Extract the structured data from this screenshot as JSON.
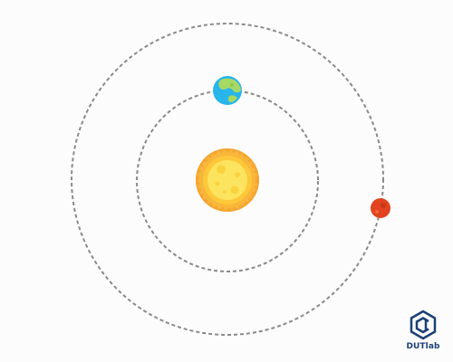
{
  "diagram": {
    "colors": {
      "background": "#fcfcfc",
      "orbit": "#8a8a8a",
      "sun": "#fdc83a",
      "sun_rim": "#f5a531",
      "earth_ocean": "#28b5ec",
      "earth_land": "#a5d964",
      "mars": "#e1441f"
    },
    "bodies": [
      "sun",
      "earth",
      "mars"
    ]
  },
  "logo": {
    "text": "DUTlab",
    "color": "#1b3f73"
  }
}
